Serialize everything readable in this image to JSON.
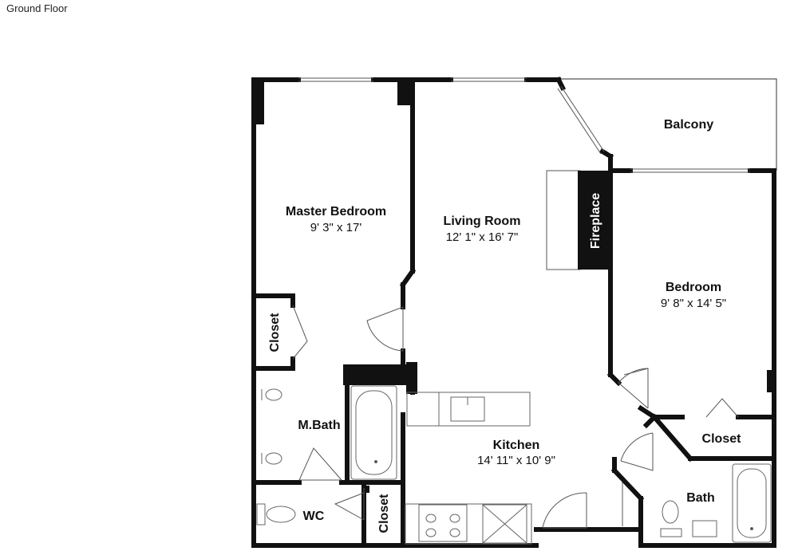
{
  "floor_title": "Ground Floor",
  "rooms": {
    "master_bedroom": {
      "name": "Master Bedroom",
      "dims": "9' 3\" x 17'"
    },
    "living_room": {
      "name": "Living Room",
      "dims": "12' 1\" x 16' 7\""
    },
    "balcony": {
      "name": "Balcony"
    },
    "fireplace": {
      "name": "Fireplace"
    },
    "bedroom": {
      "name": "Bedroom",
      "dims": "9' 8\" x 14' 5\""
    },
    "master_closet": {
      "name": "Closet"
    },
    "master_bath": {
      "name": "M.Bath"
    },
    "kitchen": {
      "name": "Kitchen",
      "dims": "14' 11\" x 10' 9\""
    },
    "bedroom_closet": {
      "name": "Closet"
    },
    "wc": {
      "name": "WC"
    },
    "wc_closet": {
      "name": "Closet"
    },
    "bath": {
      "name": "Bath"
    }
  }
}
